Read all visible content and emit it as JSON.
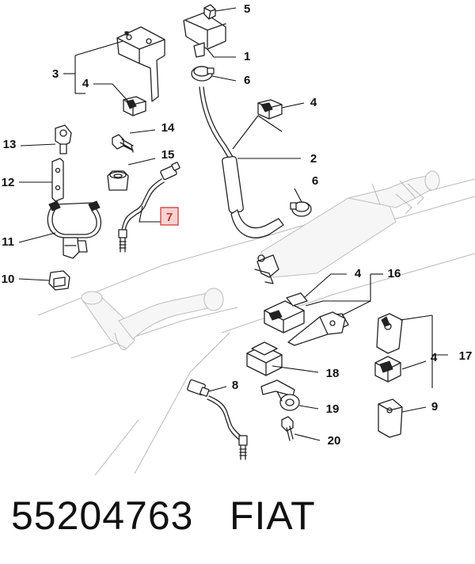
{
  "footer": {
    "part_number": "55204763",
    "brand": "FIAT"
  },
  "diagram": {
    "highlighted_callout": "7",
    "callouts": {
      "c1": "1",
      "c2": "2",
      "c3": "3",
      "c4a": "4",
      "c4b": "4",
      "c4c": "4",
      "c4d": "4",
      "c5": "5",
      "c6a": "6",
      "c6b": "6",
      "c8": "8",
      "c9": "9",
      "c10": "10",
      "c11": "11",
      "c12": "12",
      "c13": "13",
      "c14": "14",
      "c15": "15",
      "c16": "16",
      "c17": "17",
      "c18": "18",
      "c19": "19",
      "c20": "20"
    }
  }
}
